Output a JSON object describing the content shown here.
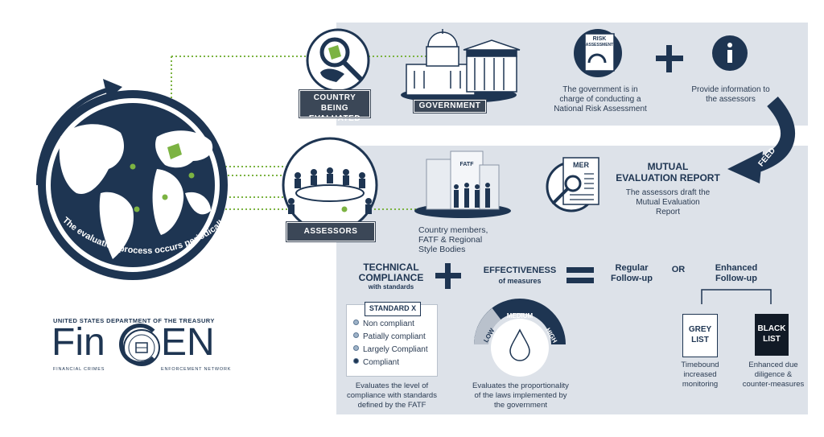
{
  "labels": {
    "country": [
      "COUNTRY BEING",
      "EVALUATED"
    ],
    "government": "GOVERNMENT",
    "risk_doc": [
      "RISK",
      "ASSESSMENT"
    ],
    "gov_text": [
      "The government is in",
      "charge of conducting a",
      "National Risk Assessment"
    ],
    "provide_text": [
      "Provide information to",
      "the assessors"
    ],
    "feed": "FEED",
    "assessors": "ASSESSORS",
    "fatf_sign": "FATF",
    "members_text": [
      "Country members,",
      "FATF & Regional",
      "Style Bodies"
    ],
    "mer_doc": "MER",
    "mer_title": [
      "MUTUAL",
      "EVALUATION REPORT"
    ],
    "mer_text": [
      "The assessors draft the",
      "Mutual Evaluation",
      "Report"
    ],
    "tc_title": [
      "TECHNICAL",
      "COMPLIANCE"
    ],
    "tc_sub": "with standards",
    "eff_title": "EFFECTIVENESS",
    "eff_sub": "of measures",
    "regular": [
      "Regular",
      "Follow-up"
    ],
    "or": "OR",
    "enhanced": [
      "Enhanced",
      "Follow-up"
    ],
    "standard_title": "STANDARD X",
    "standard_options": [
      "Non compliant",
      "Patially compliant",
      "Largely Compliant",
      "Compliant"
    ],
    "tc_text": [
      "Evaluates the level of",
      "compliance with standards",
      "defined by the FATF"
    ],
    "gauge": {
      "low": "LOW",
      "medium": "MEDIUM",
      "high": "HIGH"
    },
    "eff_text": [
      "Evaluates the proportionality",
      "of the laws implemented by",
      "the government"
    ],
    "grey": [
      "GREY",
      "LIST"
    ],
    "black": [
      "BLACK",
      "LIST"
    ],
    "grey_text": [
      "Timebound",
      "increased",
      "monitoring"
    ],
    "black_text": [
      "Enhanced due",
      "diligence &",
      "counter-measures"
    ],
    "globe_caption": "The evaluation process occurs periodically"
  },
  "logo": {
    "dept": "UNITED STATES DEPARTMENT OF THE TREASURY",
    "left": "Fin",
    "right": "EN",
    "sub_left": "FINANCIAL CRIMES",
    "sub_right": "ENFORCEMENT NETWORK"
  },
  "colors": {
    "navy": "#1e3552",
    "panel": "#dde2e9",
    "green": "#7cb342",
    "dark": "#3b4757"
  }
}
